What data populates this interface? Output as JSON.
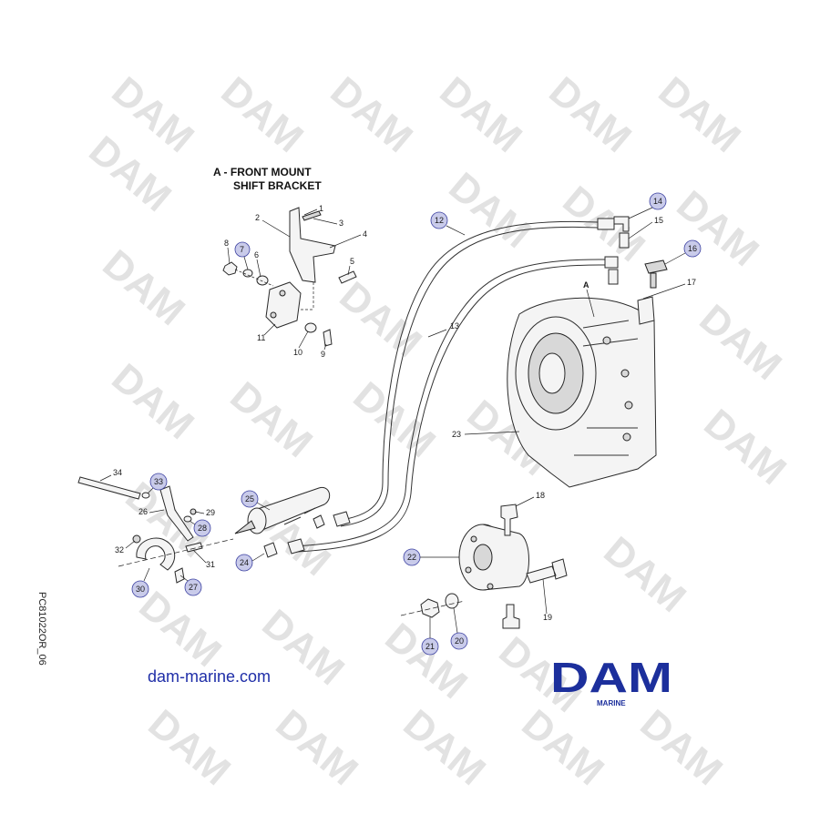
{
  "inset": {
    "title_line1": "A - FRONT MOUNT",
    "title_line2": "SHIFT BRACKET"
  },
  "detail_letter": "A",
  "callouts": {
    "c1": "1",
    "c2": "2",
    "c3": "3",
    "c4": "4",
    "c5": "5",
    "c6": "6",
    "c7": "7",
    "c8": "8",
    "c9": "9",
    "c10": "10",
    "c11": "11",
    "c12": "12",
    "c13": "13",
    "c14": "14",
    "c15": "15",
    "c16": "16",
    "c17": "17",
    "c18": "18",
    "c19": "19",
    "c20": "20",
    "c21": "21",
    "c22": "22",
    "c23": "23",
    "c24": "24",
    "c25": "25",
    "c26": "26",
    "c27": "27",
    "c28": "28",
    "c29": "29",
    "c30": "30",
    "c31": "31",
    "c32": "32",
    "c33": "33",
    "c34": "34"
  },
  "watermark": "DAM",
  "footer": {
    "site": "dam-marine.com",
    "logo_main": "DAM",
    "logo_sub": "MARINE",
    "drawing_code": "PC81022OR_06"
  },
  "colors": {
    "circle_fill": "#c9cbea",
    "circle_stroke": "#3a3fa0",
    "logo_blue": "#1c2f9c",
    "url_blue": "#1f2ea8",
    "watermark": "#e2e2e2"
  }
}
